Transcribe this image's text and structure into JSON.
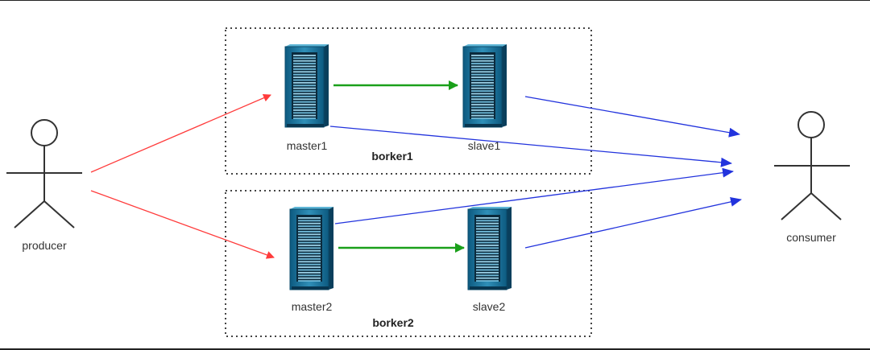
{
  "actors": {
    "producer": {
      "label": "producer"
    },
    "consumer": {
      "label": "consumer"
    }
  },
  "groups": {
    "broker1": {
      "label": "borker1"
    },
    "broker2": {
      "label": "borker2"
    }
  },
  "servers": {
    "master1": {
      "label": "master1"
    },
    "slave1": {
      "label": "slave1"
    },
    "master2": {
      "label": "master2"
    },
    "slave2": {
      "label": "slave2"
    }
  },
  "colors": {
    "produce_arrow": "#ff3b3b",
    "replicate_arrow": "#1aa01a",
    "consume_arrow": "#2233dd",
    "server_dark": "#0f5f86",
    "server_light": "#3fa6c9",
    "group_border": "#444444",
    "actor_stroke": "#333333"
  }
}
